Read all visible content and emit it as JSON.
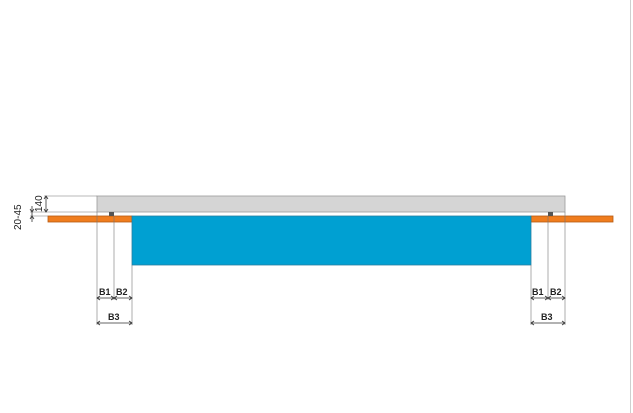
{
  "diagram": {
    "colors": {
      "panel": "#d5d5d5",
      "panel_edge": "#9a9a9a",
      "duct": "#00a0d2",
      "duct_edge": "#2a7fa0",
      "ceiling": "#f07d1e",
      "ceiling_edge": "#b65a12",
      "seal": "#555555",
      "line": "#333333",
      "right_border": "#cfcfcf"
    },
    "vertical_dims": {
      "panel_height": "140",
      "ceiling_gap": "20-45"
    },
    "left_dims": {
      "b1": "B1",
      "b2": "B2",
      "b3": "B3"
    },
    "right_dims": {
      "b1": "B1",
      "b2": "B2",
      "b3": "B3"
    }
  }
}
